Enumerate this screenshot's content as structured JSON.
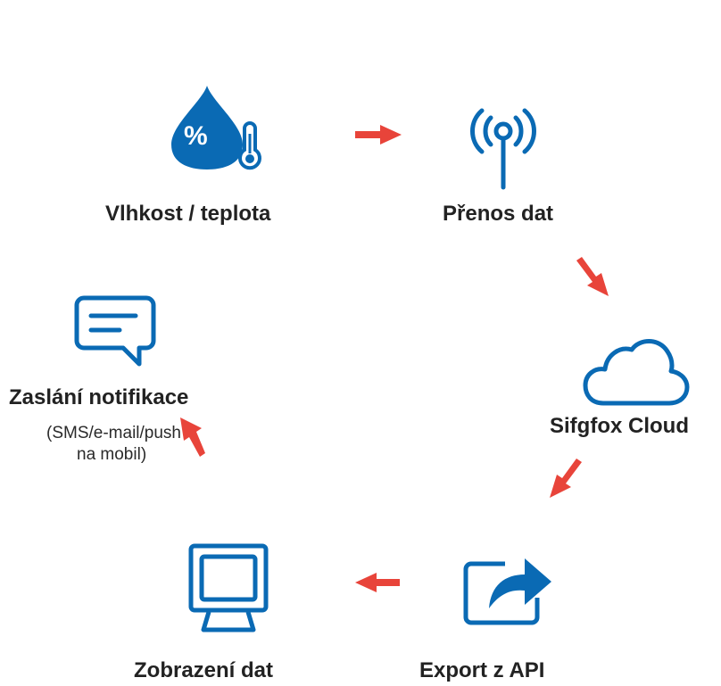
{
  "colors": {
    "icon_blue": "#0a6ab4",
    "arrow_red": "#e8443a",
    "text": "#222222"
  },
  "steps": [
    {
      "label": "Vlhkost / teplota",
      "icon": "humidity-temperature-icon",
      "percent_glyph": "%"
    },
    {
      "label": "Přenos dat",
      "icon": "antenna-icon"
    },
    {
      "label": "Sifgfox Cloud",
      "icon": "cloud-icon"
    },
    {
      "label": "Export z API",
      "icon": "export-share-icon"
    },
    {
      "label": "Zobrazení dat",
      "icon": "monitor-icon"
    },
    {
      "label": "Zaslání notifikace",
      "icon": "chat-message-icon",
      "sub_line1": "(SMS/e-mail/push",
      "sub_line2": "na mobil)"
    }
  ]
}
